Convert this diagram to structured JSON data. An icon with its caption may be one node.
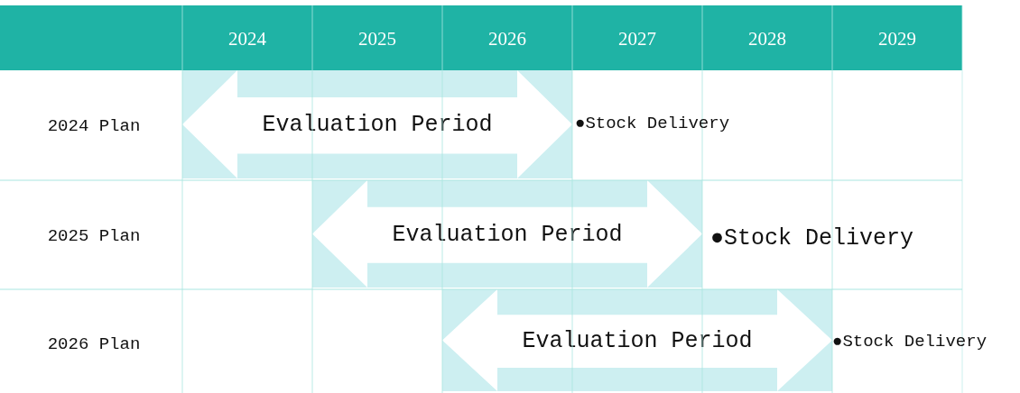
{
  "diagram": {
    "nodes": [
      {
        "text": [
          "Evaluation Period"
        ],
        "beside": [
          "●Stock Delivery"
        ]
      },
      {
        "text": [
          "Evaluation Period"
        ],
        "beside": [
          "●Stock Delivery"
        ]
      },
      {
        "text": [
          "Evaluation Period"
        ],
        "beside": [
          "●Stock Delivery"
        ]
      }
    ],
    "labels": [
      "2024",
      "2025",
      "2026",
      "2027",
      "2028",
      "2029",
      "2024 Plan",
      "2025 Plan",
      "2026 Plan"
    ]
  }
}
